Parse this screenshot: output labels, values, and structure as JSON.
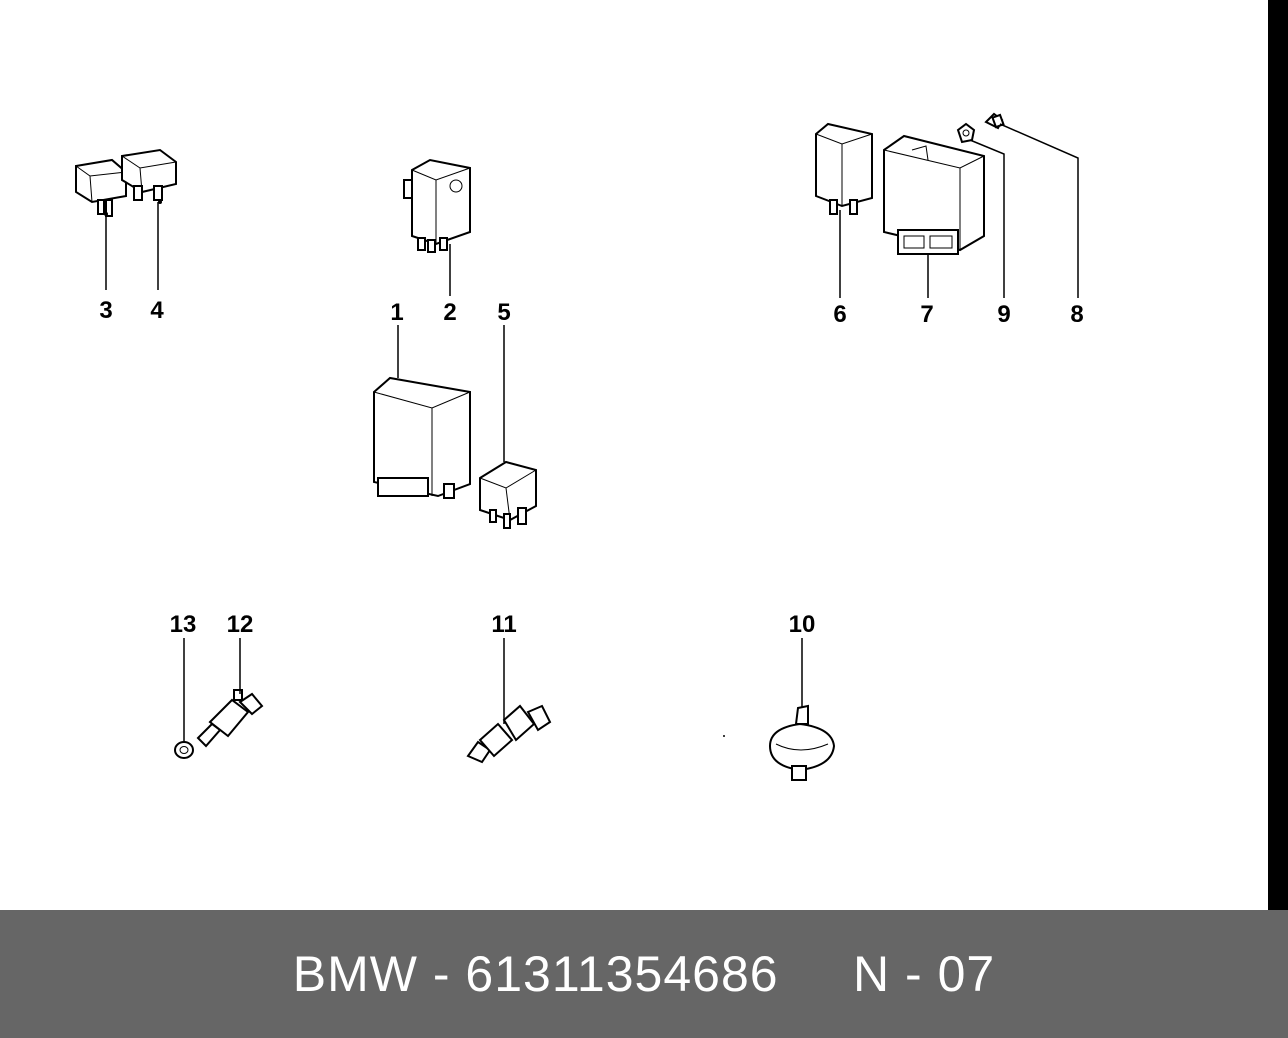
{
  "callouts": {
    "c1": "1",
    "c2": "2",
    "c3": "3",
    "c4": "4",
    "c5": "5",
    "c6": "6",
    "c7": "7",
    "c8": "8",
    "c9": "9",
    "c10": "10",
    "c11": "11",
    "c12": "12",
    "c13": "13"
  },
  "footer": {
    "text": "BMW - 61311354686     N - 07"
  },
  "colors": {
    "footer_background": "#666666",
    "footer_text": "#ffffff",
    "right_strip": "#000000"
  }
}
